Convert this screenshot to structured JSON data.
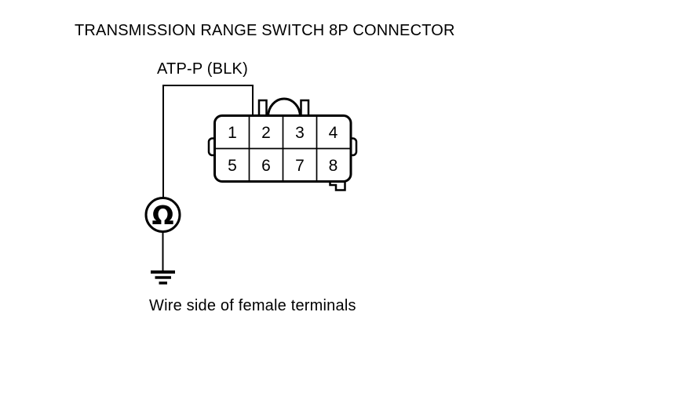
{
  "title": "TRANSMISSION RANGE SWITCH 8P CONNECTOR",
  "wire_label": "ATP-P (BLK)",
  "caption": "Wire side of female terminals",
  "meter": {
    "omega_symbol": "Ω"
  },
  "connector": {
    "type": "8P",
    "pins": [
      "1",
      "2",
      "3",
      "4",
      "5",
      "6",
      "7",
      "8"
    ],
    "probe_pin": "2"
  },
  "colors": {
    "line": "#000000",
    "background": "#ffffff"
  }
}
